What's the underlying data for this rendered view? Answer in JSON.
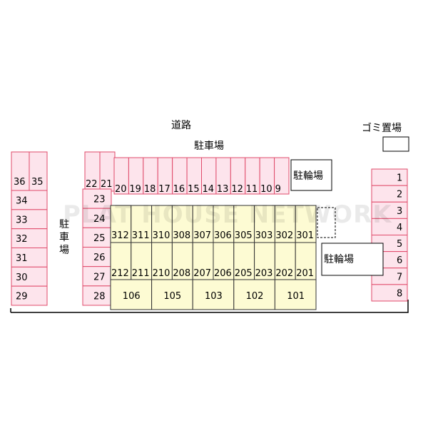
{
  "labels": {
    "road": "道路",
    "parking_top": "駐車場",
    "parking_left_1": "駐",
    "parking_left_2": "車",
    "parking_left_3": "場",
    "bike_top": "駐輪場",
    "bike_right": "駐輪場",
    "garbage": "ゴミ置場"
  },
  "watermark": "PLAT HOUSE NETWORK",
  "colors": {
    "parking_fill": "#fde4ec",
    "parking_stroke": "#e04a6a",
    "building_fill": "#fdfbd3",
    "building_stroke": "#333333",
    "line": "#000000"
  },
  "parking": {
    "top_pair": [
      "22",
      "21"
    ],
    "top_row": [
      "20",
      "19",
      "18",
      "17",
      "16",
      "15",
      "14",
      "13",
      "12",
      "11",
      "10",
      "9"
    ],
    "left_col_top": [
      "36",
      "35"
    ],
    "left_col": [
      "34",
      "33",
      "32",
      "31",
      "30",
      "29"
    ],
    "middle_col": [
      "23",
      "24",
      "25",
      "26",
      "27",
      "28"
    ],
    "right_col": [
      "1",
      "2",
      "3",
      "4",
      "5",
      "6",
      "7",
      "8"
    ]
  },
  "building": {
    "floor3": [
      "312",
      "311",
      "310",
      "308",
      "307",
      "306",
      "305",
      "303",
      "302",
      "301"
    ],
    "floor2": [
      "212",
      "211",
      "210",
      "208",
      "207",
      "206",
      "205",
      "203",
      "202",
      "201"
    ],
    "floor1": [
      "106",
      "105",
      "103",
      "102",
      "101"
    ]
  }
}
